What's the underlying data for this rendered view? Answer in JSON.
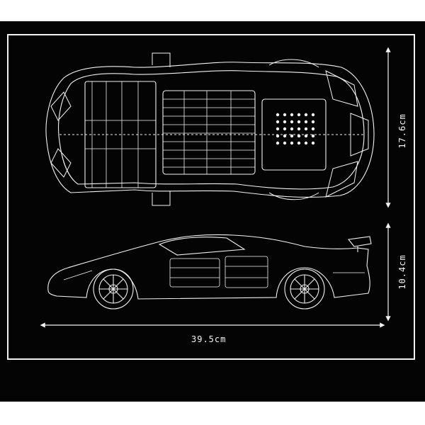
{
  "dimensions": {
    "width_label": "39.5cm",
    "top_view_length_label": "17.6cm",
    "side_view_height_label": "10.4cm"
  },
  "colors": {
    "background": "#040404",
    "line": "#f2f2f2"
  }
}
